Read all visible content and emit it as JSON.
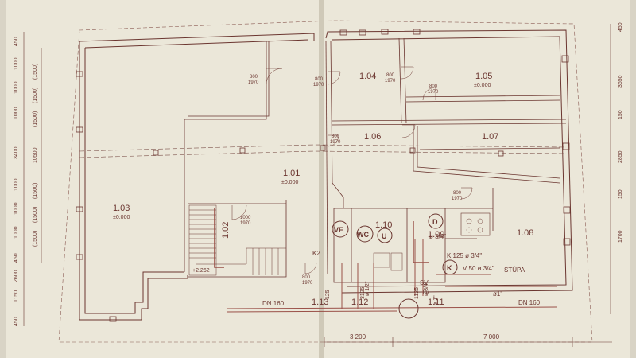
{
  "rooms": {
    "r101": {
      "number": "1.01",
      "level": "±0.000"
    },
    "r102": {
      "number": "1.02"
    },
    "r103": {
      "number": "1.03",
      "level": "±0.000"
    },
    "r104": {
      "number": "1.04"
    },
    "r105": {
      "number": "1.05",
      "level": "±0.000"
    },
    "r106": {
      "number": "1.06"
    },
    "r107": {
      "number": "1.07"
    },
    "r108": {
      "number": "1.08"
    },
    "r109": {
      "number": "1.09"
    },
    "r110": {
      "number": "1.10"
    },
    "r111": {
      "number": "1.11"
    },
    "r112": {
      "number": "1.12"
    },
    "r113": {
      "number": "1.13"
    }
  },
  "stair_level": "+2.262",
  "doors": {
    "d1": {
      "width": "800",
      "height": "1970"
    },
    "d2": {
      "width": "800",
      "height": "1970"
    },
    "d3": {
      "width": "800",
      "height": "1970"
    },
    "d4": {
      "width": "800",
      "height": "1970"
    },
    "d5": {
      "width": "800",
      "height": "1970"
    },
    "d6": {
      "width": "800",
      "height": "1970"
    },
    "d7": {
      "width": "1000",
      "height": "1970"
    },
    "d8": {
      "width": "800",
      "height": "1970"
    }
  },
  "fixtures": {
    "vf": "VF",
    "wc": "WC",
    "u": "U",
    "d": "D",
    "k": "K"
  },
  "pipes": {
    "dn_left": "DN 160",
    "dn_right": "DN 160",
    "k_label": "K 125 ø 3/4\"",
    "v_label": "V 50 ø 3/4\"",
    "stupa": "STÚPA",
    "k2": "K2",
    "sv": "SV",
    "tv": "TV",
    "d1_in": "ø1\"",
    "d34": "ø 3/4\"",
    "d12": "ø 1/2\"",
    "d1b": "ø 1\"",
    "d34b": "ø 3/4\"",
    "n125": "125",
    "n3125": "3125",
    "n1125": "1125"
  },
  "dimensions": {
    "bottom_left": "3 200",
    "bottom_right": "7 000",
    "right": [
      "450",
      "3650",
      "150",
      "2850",
      "150",
      "1700"
    ],
    "left_outer": [
      "450",
      "1000",
      "1000",
      "1000",
      "3400",
      "1000",
      "1000",
      "1000",
      "450",
      "2600",
      "1150",
      "450"
    ],
    "left_inner": [
      "(1500)",
      "(1500)",
      "(1500)",
      "10500",
      "(1500)",
      "(1500)",
      "(1500)"
    ]
  },
  "colors": {
    "paper": "#ebe7d9",
    "line": "#6b3630",
    "pipe": "#9a5048"
  }
}
